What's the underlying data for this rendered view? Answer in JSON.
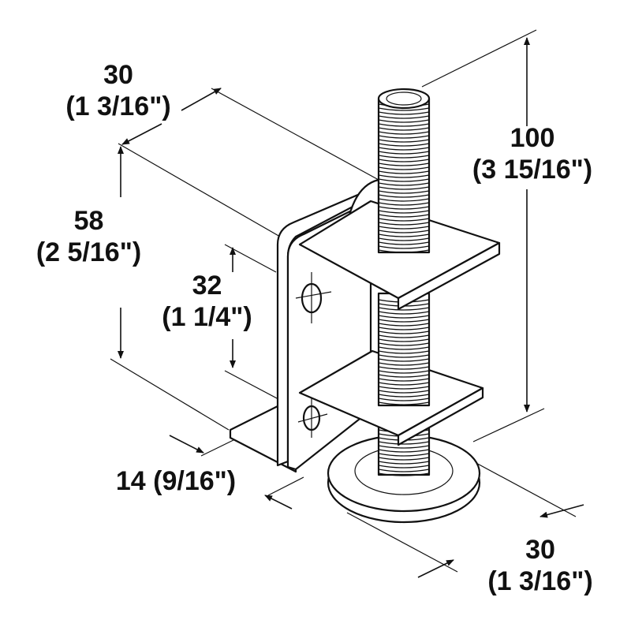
{
  "dimensions": {
    "top_width": {
      "metric": "30",
      "imperial": "(1 3/16\")"
    },
    "height_total": {
      "metric": "100",
      "imperial": "(3 15/16\")"
    },
    "bracket_height": {
      "metric": "58",
      "imperial": "(2 5/16\")"
    },
    "clamp_gap": {
      "metric": "32",
      "imperial": "(1 1/4\")"
    },
    "flange": {
      "text": "14 (9/16\")"
    },
    "foot_width": {
      "metric": "30",
      "imperial": "(1 3/16\")"
    }
  }
}
